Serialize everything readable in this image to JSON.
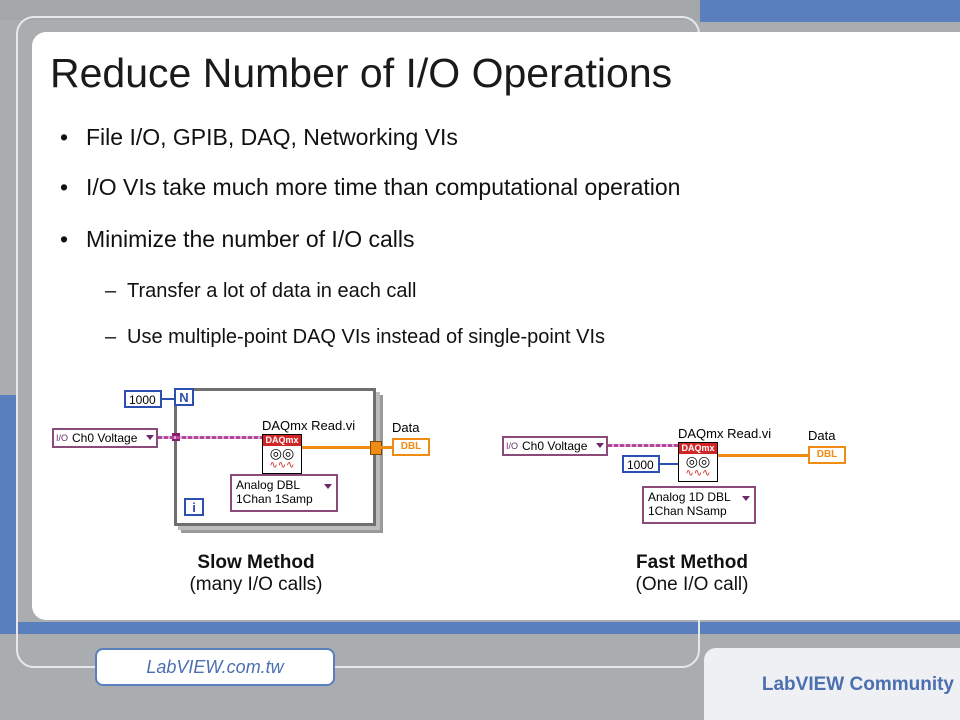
{
  "slide": {
    "title": "Reduce Number of I/O Operations",
    "bullets": [
      "File I/O, GPIB, DAQ, Networking VIs",
      "I/O VIs take much more time than computational operation",
      "Minimize the number of I/O calls"
    ],
    "bullet_glyph": "•",
    "sub_bullets": [
      "Transfer a lot of data in each call",
      "Use multiple-point  DAQ VIs instead of single-point  VIs"
    ],
    "sub_glyph": "–"
  },
  "slow": {
    "constant": "1000",
    "count_terminal": "N",
    "iter_terminal": "i",
    "channel": "Ch0 Voltage",
    "channel_icon": "I/O",
    "vi_name": "DAQmx Read.vi",
    "vi_header": "DAQmx",
    "poly_line1": "Analog DBL",
    "poly_line2": "1Chan 1Samp",
    "output_label": "Data",
    "indicator": "DBL",
    "caption_title": "Slow Method",
    "caption_sub": "(many I/O calls)"
  },
  "fast": {
    "constant": "1000",
    "channel": "Ch0 Voltage",
    "channel_icon": "I/O",
    "vi_name": "DAQmx Read.vi",
    "vi_header": "DAQmx",
    "poly_line1": "Analog 1D DBL",
    "poly_line2": "1Chan NSamp",
    "output_label": "Data",
    "indicator": "DBL",
    "caption_title": "Fast Method",
    "caption_sub": "(One I/O call)"
  },
  "footer": {
    "url": "LabVIEW.com.tw",
    "brand": "LabVIEW Community"
  },
  "colors": {
    "accent_blue": "#5a7fbf",
    "wire_orange": "#f08c14",
    "wire_pink": "#b04a9a"
  }
}
